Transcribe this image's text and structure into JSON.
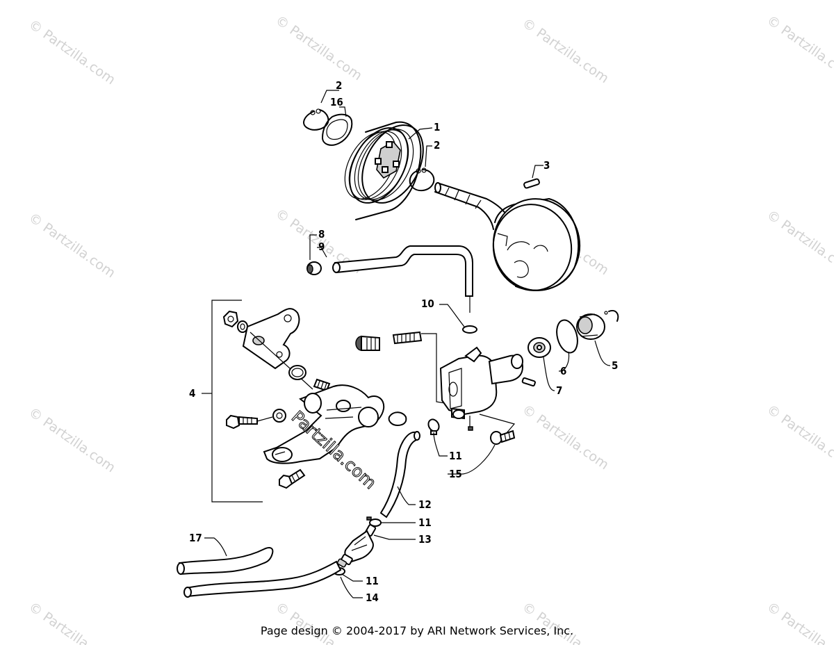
{
  "watermark": "© Partzilla.com",
  "watermark_center": "Partzilla.com",
  "callouts": {
    "c1": "1",
    "c2a": "2",
    "c2b": "2",
    "c3": "3",
    "c4": "4",
    "c5": "5",
    "c6": "6",
    "c7": "7",
    "c8": "8",
    "c9": "9",
    "c10": "10",
    "c11a": "11",
    "c11b": "11",
    "c11c": "11",
    "c12": "12",
    "c13": "13",
    "c14": "14",
    "c15": "15",
    "c16": "16",
    "c17": "17"
  },
  "footer": "Page design © 2004-2017 by ARI Network Services, Inc."
}
